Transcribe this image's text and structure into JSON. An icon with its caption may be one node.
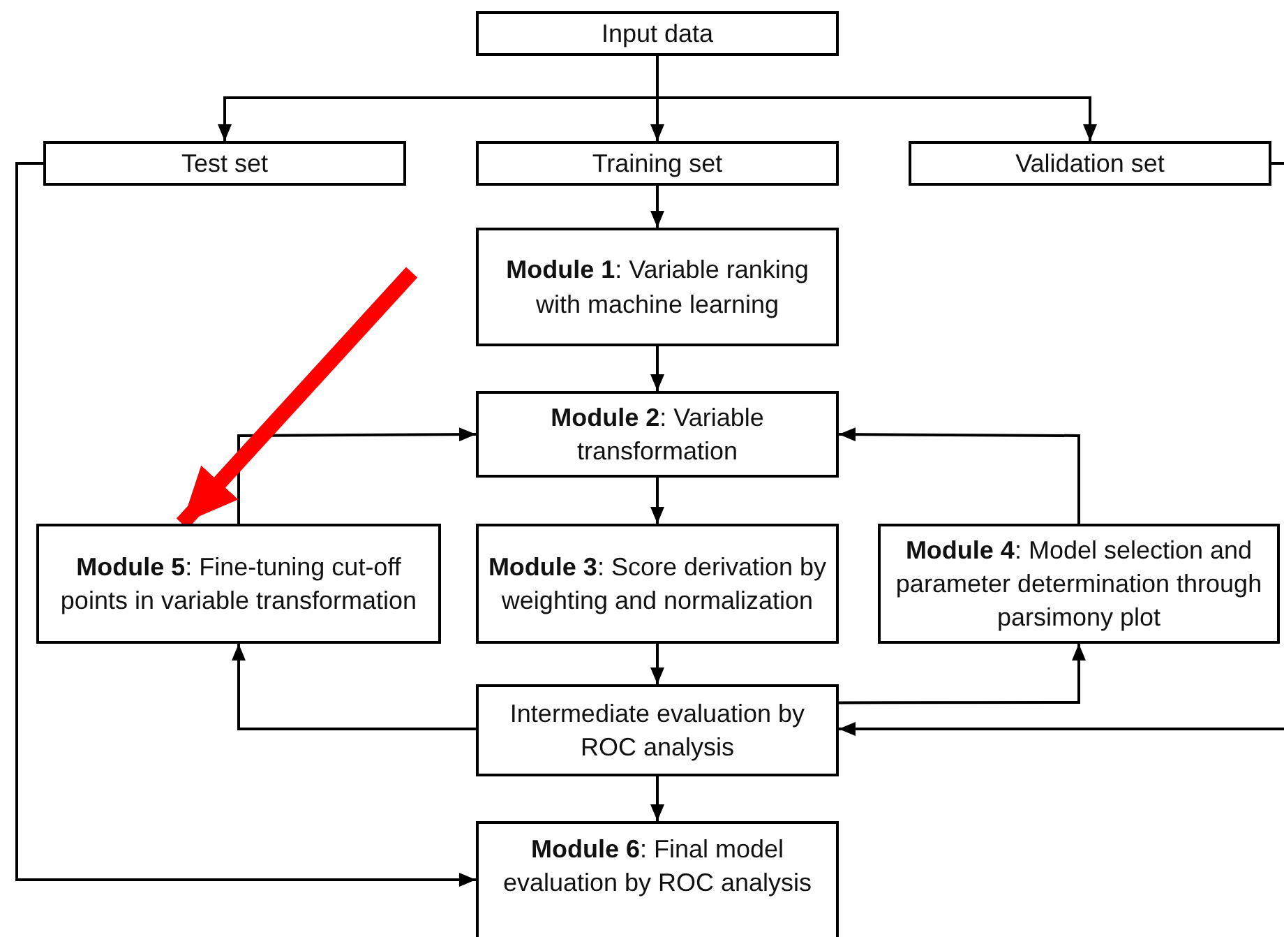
{
  "diagram": {
    "nodes": [
      {
        "text": [
          "Input data"
        ]
      },
      {
        "text": [
          "Test set"
        ]
      },
      {
        "text": [
          "Training set"
        ]
      },
      {
        "text": [
          "Validation set"
        ]
      },
      {
        "text": [
          "**Module 1**: Variable ranking with machine learning"
        ]
      },
      {
        "text": [
          "**Module 2**: Variable transformation"
        ]
      },
      {
        "text": [
          "**Module 5**: Fine-tuning cut-off points in variable transformation"
        ]
      },
      {
        "text": [
          "**Module 3**: Score derivation by weighting and normalization"
        ]
      },
      {
        "text": [
          "**Module 4**: Model selection and parameter determination through parsimony plot"
        ]
      },
      {
        "text": [
          "Intermediate evaluation by ROC analysis"
        ]
      },
      {
        "text": [
          "**Module 6**: Final model evaluation by ROC analysis"
        ]
      }
    ],
    "edges": [
      {
        "from": 0,
        "to": 1,
        "arrow": "to"
      },
      {
        "from": 0,
        "to": 2,
        "arrow": "to"
      },
      {
        "from": 0,
        "to": 3,
        "arrow": "to"
      },
      {
        "from": 2,
        "to": 4,
        "arrow": "to"
      },
      {
        "from": 4,
        "to": 5,
        "arrow": "to"
      },
      {
        "from": 5,
        "to": 7,
        "arrow": "to"
      },
      {
        "from": 7,
        "to": 9,
        "arrow": "to"
      },
      {
        "from": 9,
        "to": 10,
        "arrow": "to"
      },
      {
        "from": 9,
        "to": 6,
        "arrow": "to"
      },
      {
        "from": 6,
        "to": 5,
        "arrow": "to"
      },
      {
        "from": 9,
        "to": 8,
        "arrow": "to"
      },
      {
        "from": 8,
        "to": 5,
        "arrow": "to"
      },
      {
        "from": 3,
        "to": 9,
        "arrow": "to"
      },
      {
        "from": 1,
        "to": 10,
        "arrow": "to"
      },
      {
        "from": null,
        "to": 6,
        "arrow": "to",
        "style": "thick",
        "color": "#ff0000"
      }
    ]
  }
}
